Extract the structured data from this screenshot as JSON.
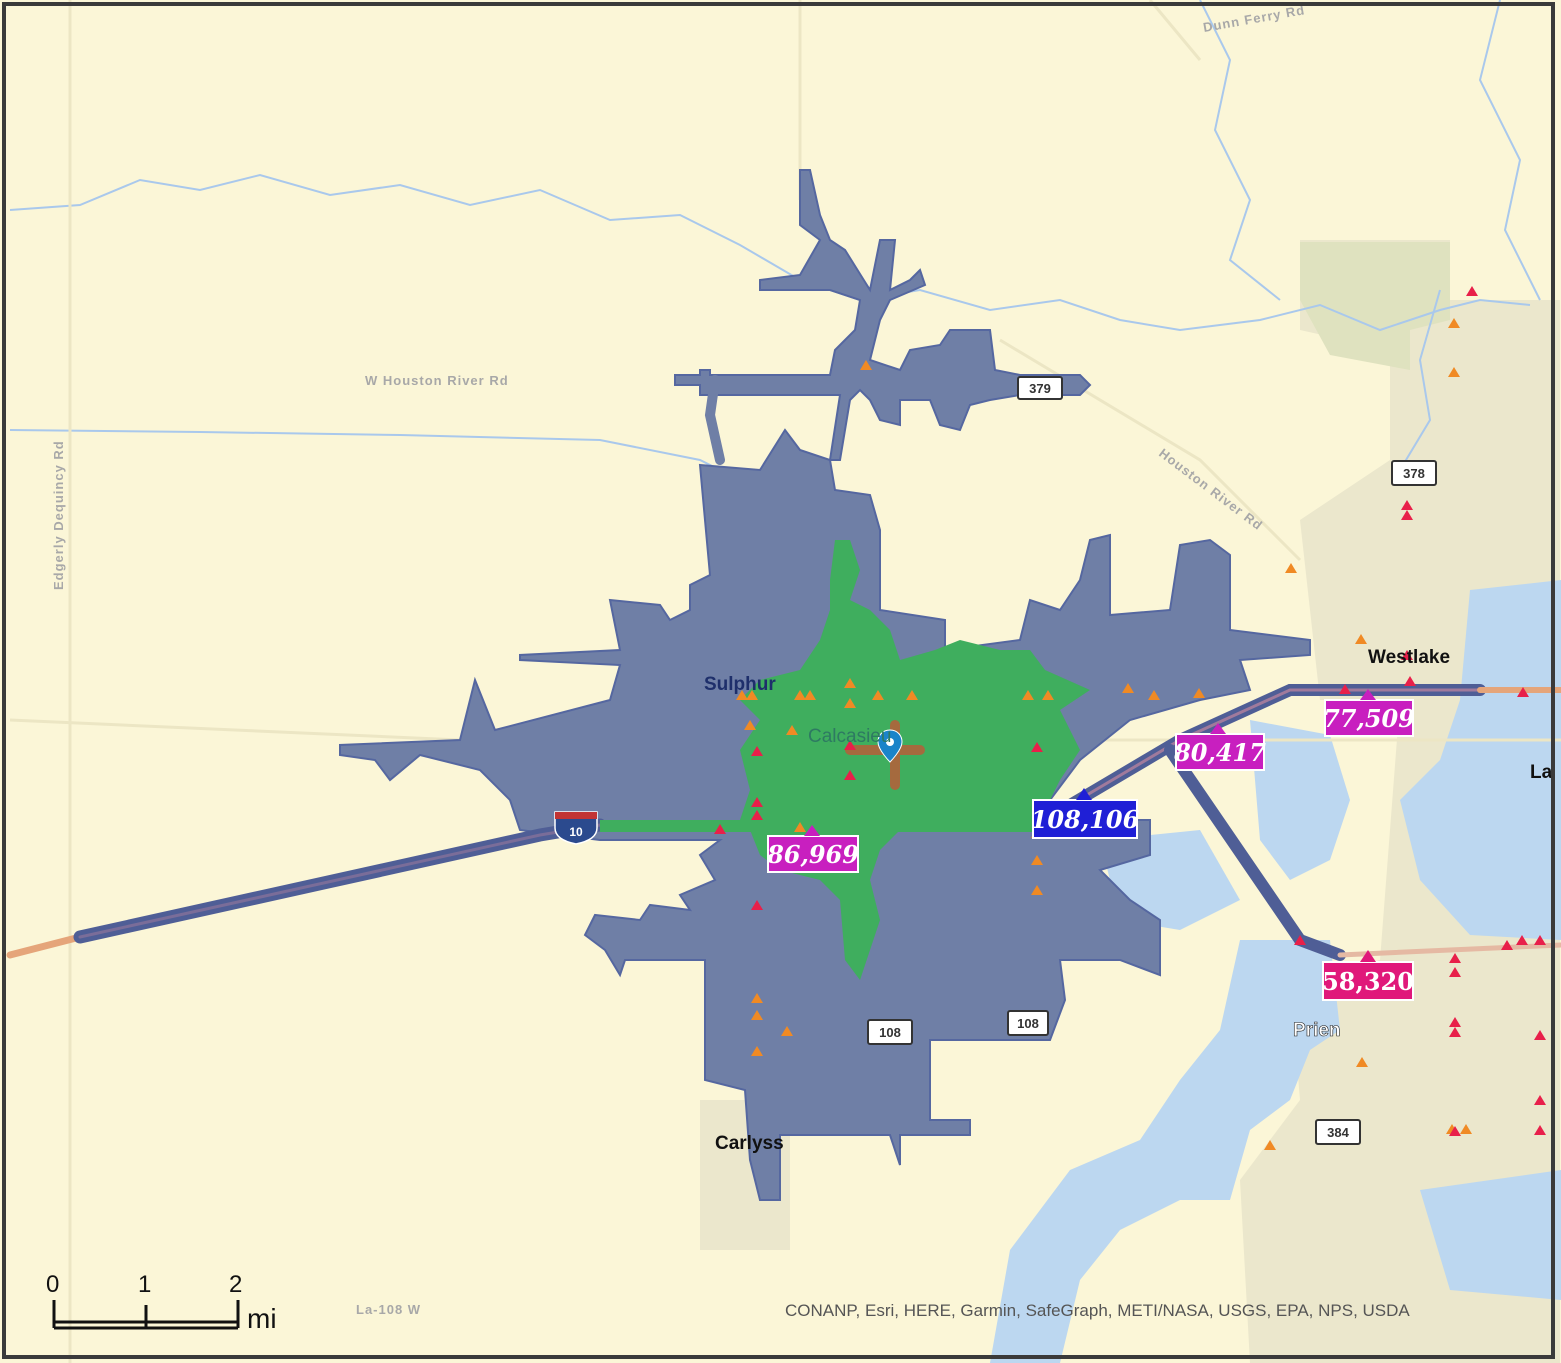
{
  "map": {
    "road_labels": [
      {
        "text": "W Houston River Rd"
      },
      {
        "text": "Edgerly Dequincy Rd"
      },
      {
        "text": "Houston River Rd"
      },
      {
        "text": "Dunn Ferry Rd"
      },
      {
        "text": "La-108 W"
      }
    ],
    "places": [
      {
        "text": "Sulphur"
      },
      {
        "text": "Westlake"
      },
      {
        "text": "Prien"
      },
      {
        "text": "Carlyss"
      },
      {
        "text": "Calcasieu"
      },
      {
        "text": "La"
      }
    ],
    "route_shields": [
      {
        "text": "379"
      },
      {
        "text": "378"
      },
      {
        "text": "108"
      },
      {
        "text": "108"
      },
      {
        "text": "384"
      },
      {
        "text": "10"
      }
    ],
    "traffic_volumes": [
      {
        "text": "77,509",
        "color": "#c81fbf"
      },
      {
        "text": "80,417",
        "color": "#c81fbf"
      },
      {
        "text": "108,106",
        "color": "#1f1fd6"
      },
      {
        "text": "86,969",
        "color": "#c81fbf"
      },
      {
        "text": "58,320",
        "color": "#e0187a"
      }
    ],
    "scale_bar": {
      "ticks": [
        "0",
        "1",
        "2"
      ],
      "unit": "mi"
    },
    "attribution": "CONANP, Esri, HERE, Garmin, SafeGraph, METI/NASA, USGS, EPA, NPS, USDA"
  },
  "colors": {
    "land": "#fbf6d7",
    "water": "#bcd7f0",
    "service_area": "#6f7fa6",
    "inner_area": "#3fae5e",
    "urban": "#ebe7cc"
  }
}
